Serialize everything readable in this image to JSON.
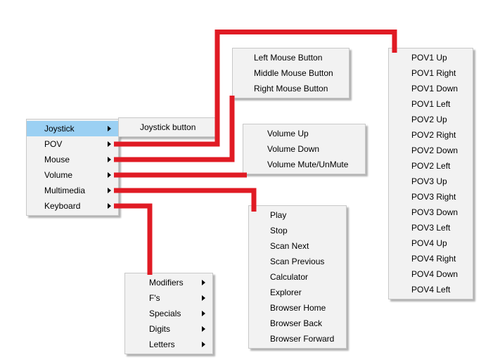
{
  "colors": {
    "connector_red": "#e01b24",
    "menu_bg": "#f2f2f2",
    "menu_border": "#c8c8c8",
    "highlight_blue": "#9bd0f3",
    "text": "#000000"
  },
  "menus": {
    "main": {
      "items": [
        "Joystick",
        "POV",
        "Mouse",
        "Volume",
        "Multimedia",
        "Keyboard"
      ]
    },
    "joystick_submenu": {
      "items": [
        "Joystick button"
      ]
    },
    "mouse_submenu": {
      "items": [
        "Left Mouse Button",
        "Middle Mouse Button",
        "Right Mouse Button"
      ]
    },
    "volume_submenu": {
      "items": [
        "Volume Up",
        "Volume Down",
        "Volume Mute/UnMute"
      ]
    },
    "multimedia_submenu": {
      "items": [
        "Play",
        "Stop",
        "Scan Next",
        "Scan Previous",
        "Calculator",
        "Explorer",
        "Browser Home",
        "Browser Back",
        "Browser Forward"
      ]
    },
    "keyboard_submenu": {
      "items": [
        "Modifiers",
        "F's",
        "Specials",
        "Digits",
        "Letters"
      ]
    },
    "pov_submenu": {
      "items": [
        "POV1 Up",
        "POV1 Right",
        "POV1 Down",
        "POV1 Left",
        "POV2 Up",
        "POV2 Right",
        "POV2 Down",
        "POV2 Left",
        "POV3 Up",
        "POV3 Right",
        "POV3 Down",
        "POV3 Left",
        "POV4 Up",
        "POV4 Right",
        "POV4 Down",
        "POV4 Left"
      ]
    }
  }
}
